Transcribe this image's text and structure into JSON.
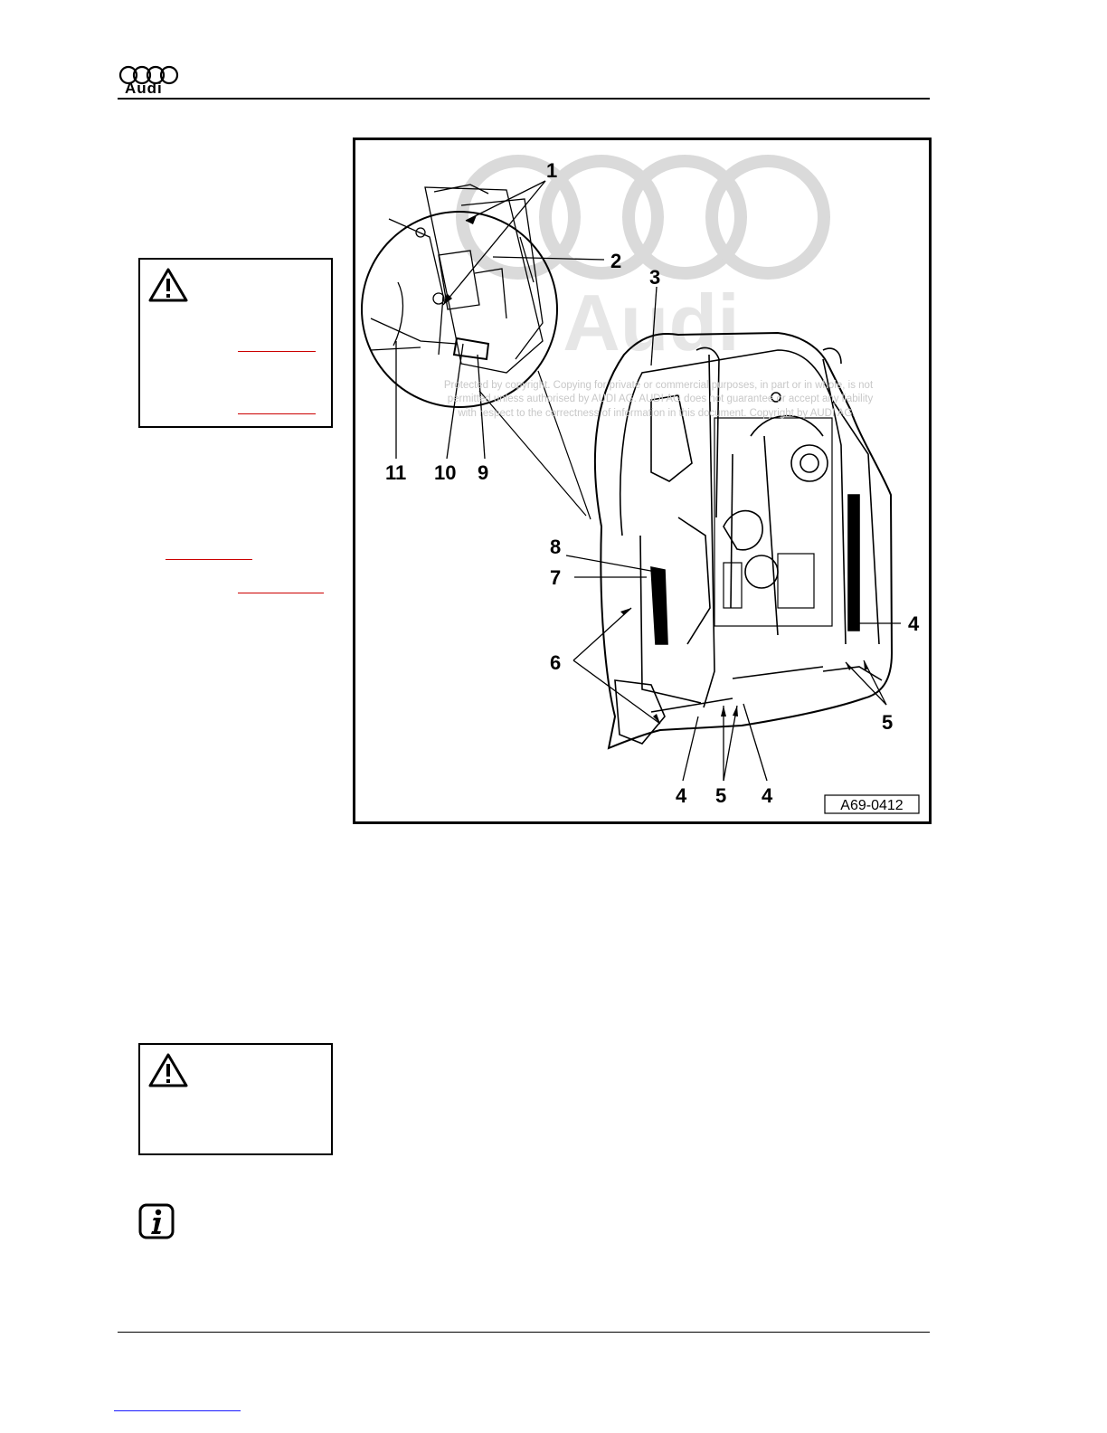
{
  "header": {
    "brand_name": "Audi",
    "logo_icon": "audi-rings-icon"
  },
  "warnings": [
    {
      "icon": "warning-triangle-icon"
    },
    {
      "icon": "warning-triangle-icon"
    }
  ],
  "note": {
    "icon": "info-icon"
  },
  "figure": {
    "figure_id": "A69-0412",
    "callouts": [
      "1",
      "2",
      "3",
      "11",
      "10",
      "9",
      "8",
      "7",
      "6",
      "4",
      "5",
      "4",
      "5",
      "4"
    ],
    "watermark": {
      "logo_text": "Audi",
      "lines": [
        "Protected by copyright. Copying for private or commercial purposes, in part or in whole, is not",
        "permitted unless authorised by AUDI AG. AUDI AG does not guarantee or accept any liability",
        "with respect to the correctness of information in this document. Copyright by AUDI AG."
      ]
    }
  },
  "colors": {
    "rule": "#000000",
    "link": "#cc0000",
    "footer_link": "#1a1aff",
    "watermark": "#c8c8c8"
  }
}
